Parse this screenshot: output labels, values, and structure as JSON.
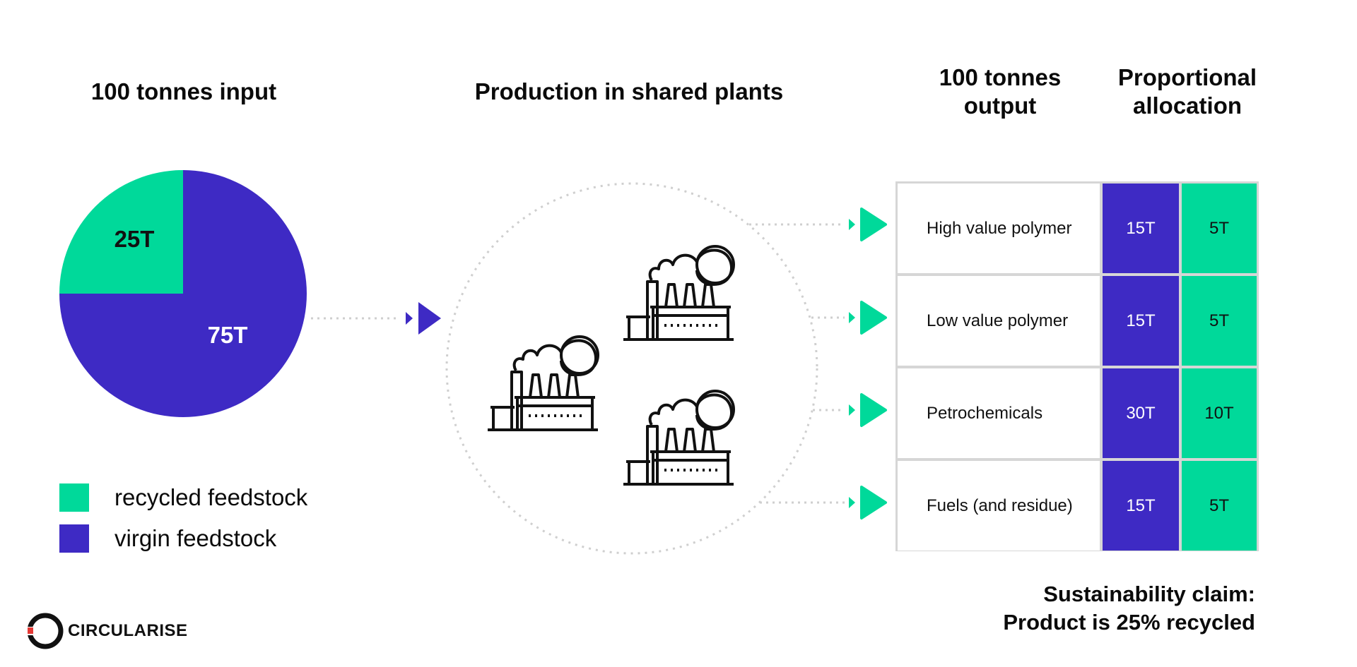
{
  "colors": {
    "recycled": "#00d99a",
    "virgin": "#3e2ac4",
    "dotted": "#cfcfcf",
    "logo_accent": "#e53935"
  },
  "headings": {
    "input": "100 tonnes input",
    "production": "Production in shared plants",
    "output": "100 tonnes output",
    "allocation": "Proportional allocation"
  },
  "chart_data": {
    "type": "pie",
    "slices": [
      {
        "label": "25T",
        "value": 25,
        "series": "recycled feedstock"
      },
      {
        "label": "75T",
        "value": 75,
        "series": "virgin feedstock"
      }
    ]
  },
  "legend": [
    {
      "label": "recycled feedstock",
      "color": "#00d99a"
    },
    {
      "label": "virgin feedstock",
      "color": "#3e2ac4"
    }
  ],
  "plants": {
    "count": 3,
    "icon": "factory-icon"
  },
  "outputs": [
    {
      "product": "High value polymer",
      "virgin": "15T",
      "recycled": "5T"
    },
    {
      "product": "Low value polymer",
      "virgin": "15T",
      "recycled": "5T"
    },
    {
      "product": "Petrochemicals",
      "virgin": "30T",
      "recycled": "10T"
    },
    {
      "product": "Fuels (and residue)",
      "virgin": "15T",
      "recycled": "5T"
    }
  ],
  "claim": {
    "line1": "Sustainability claim:",
    "line2": "Product is 25% recycled"
  },
  "logo": {
    "text": "CIRCULARISE"
  }
}
